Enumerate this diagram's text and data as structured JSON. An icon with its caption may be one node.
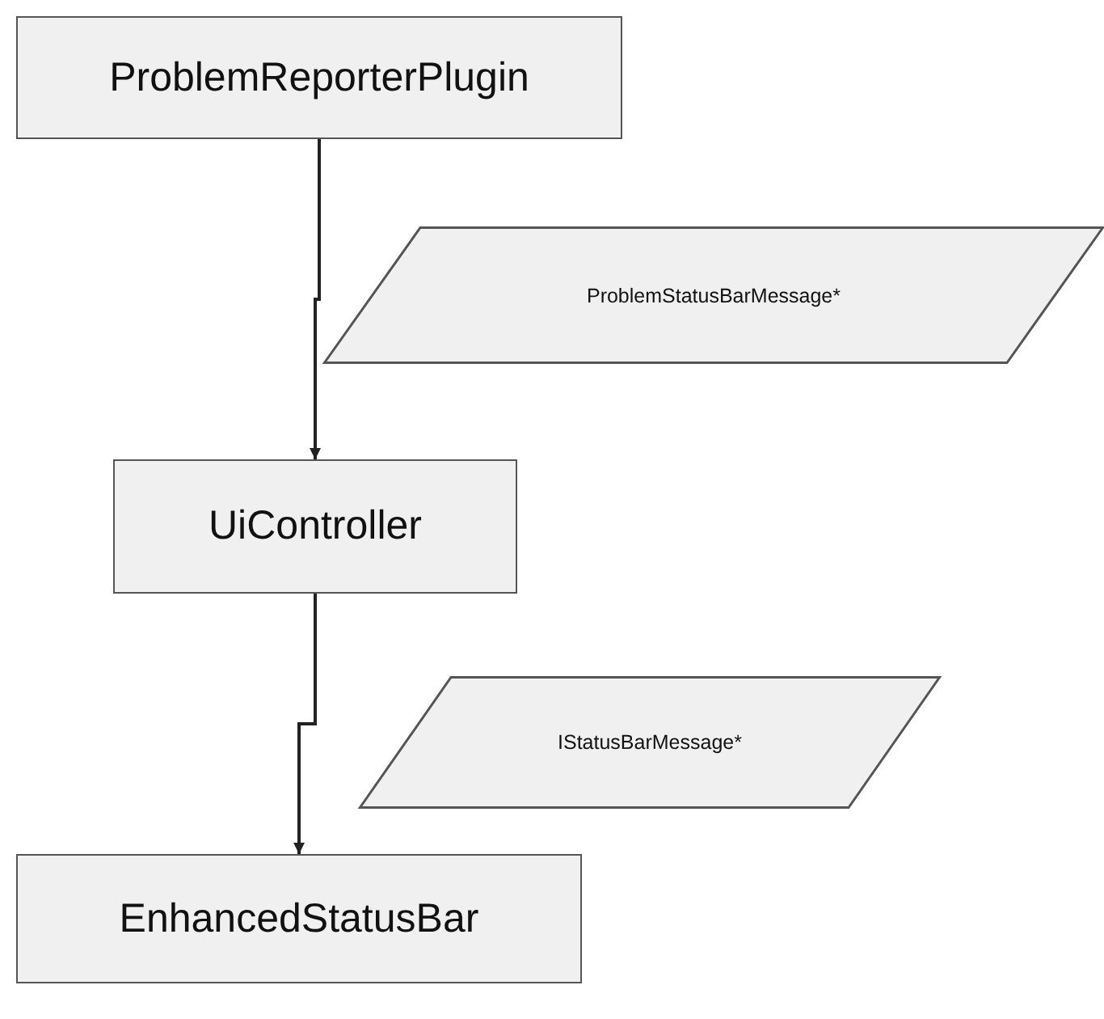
{
  "diagram": {
    "nodes": [
      {
        "text": [
          "ProblemReporterPlugin"
        ]
      },
      {
        "text": [
          "ProblemStatusBarMessage*"
        ]
      },
      {
        "text": [
          "UiController"
        ]
      },
      {
        "text": [
          "IStatusBarMessage*"
        ]
      },
      {
        "text": [
          "EnhancedStatusBar"
        ]
      }
    ],
    "edges": [
      {
        "from": 0,
        "to": 2,
        "arrow": "to"
      },
      {
        "from": 2,
        "to": 4,
        "arrow": "to"
      }
    ]
  }
}
